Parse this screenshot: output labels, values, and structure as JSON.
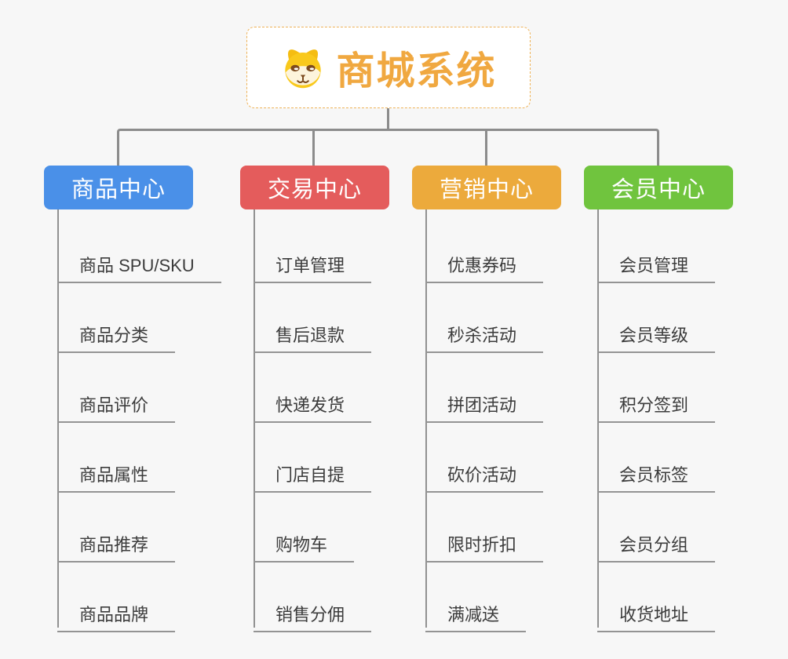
{
  "root": {
    "title": "商城系统",
    "icon": "dog-logo-icon",
    "accent_color": "#f0a840",
    "border_color": "#eeb257",
    "background": "#ffffff"
  },
  "canvas": {
    "background": "#f7f7f7",
    "connector_color": "#8c8c8c"
  },
  "branches": [
    {
      "label": "商品中心",
      "color": "#4a90e8",
      "children": [
        "商品 SPU/SKU",
        "商品分类",
        "商品评价",
        "商品属性",
        "商品推荐",
        "商品品牌"
      ]
    },
    {
      "label": "交易中心",
      "color": "#e45c5c",
      "children": [
        "订单管理",
        "售后退款",
        "快递发货",
        "门店自提",
        "购物车",
        "销售分佣"
      ]
    },
    {
      "label": "营销中心",
      "color": "#ecaa3c",
      "children": [
        "优惠券码",
        "秒杀活动",
        "拼团活动",
        "砍价活动",
        "限时折扣",
        "满减送"
      ]
    },
    {
      "label": "会员中心",
      "color": "#70c43e",
      "children": [
        "会员管理",
        "会员等级",
        "积分签到",
        "会员标签",
        "会员分组",
        "收货地址"
      ]
    }
  ]
}
